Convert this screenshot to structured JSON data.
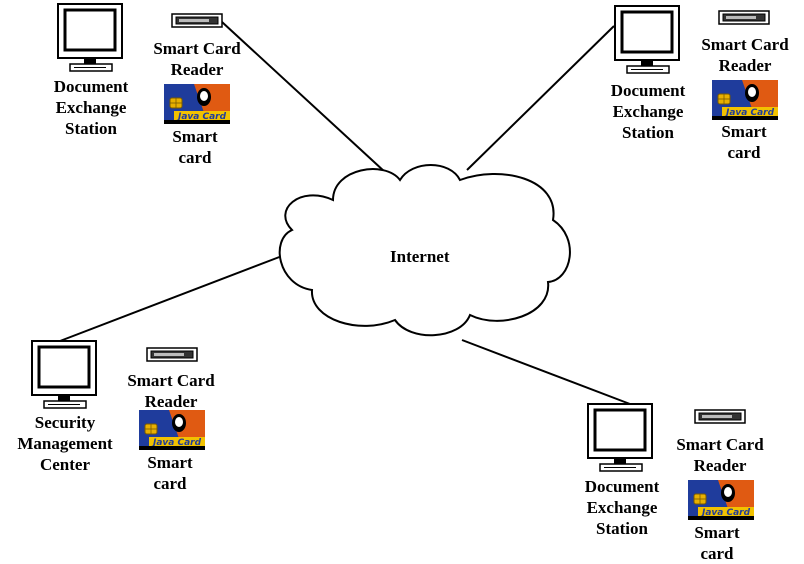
{
  "network": {
    "label": "Internet"
  },
  "stations": [
    {
      "station_lines": [
        "Document",
        "Exchange",
        "Station"
      ],
      "reader_lines": [
        "Smart Card",
        "Reader"
      ],
      "card_lines": [
        "Smart",
        "card"
      ]
    },
    {
      "station_lines": [
        "Document",
        "Exchange",
        "Station"
      ],
      "reader_lines": [
        "Smart Card",
        "Reader"
      ],
      "card_lines": [
        "Smart",
        "card"
      ]
    },
    {
      "station_lines": [
        "Security",
        "Management",
        "Center"
      ],
      "reader_lines": [
        "Smart Card",
        "Reader"
      ],
      "card_lines": [
        "Smart",
        "card"
      ]
    },
    {
      "station_lines": [
        "Document",
        "Exchange",
        "Station"
      ],
      "reader_lines": [
        "Smart Card",
        "Reader"
      ],
      "card_lines": [
        "Smart",
        "card"
      ]
    }
  ],
  "card_logo_text": "Java Card",
  "colors": {
    "line": "#000000",
    "card_blue": "#1f3c9c",
    "card_orange": "#e05a12",
    "card_yellow": "#f2c200"
  }
}
